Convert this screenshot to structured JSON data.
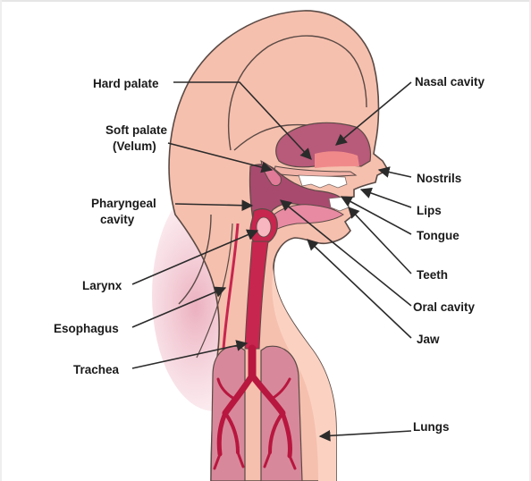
{
  "labels": {
    "hard_palate": "Hard palate",
    "soft_palate_line1": "Soft palate",
    "soft_palate_line2": "(Velum)",
    "pharyngeal_line1": "Pharyngeal",
    "pharyngeal_line2": "cavity",
    "larynx": "Larynx",
    "esophagus": "Esophagus",
    "trachea": "Trachea",
    "nasal_cavity": "Nasal cavity",
    "nostrils": "Nostrils",
    "lips": "Lips",
    "tongue": "Tongue",
    "teeth": "Teeth",
    "oral_cavity": "Oral cavity",
    "jaw": "Jaw",
    "lungs": "Lungs"
  },
  "colors": {
    "skin": "#f6c0ae",
    "skin_shadow": "#e8a592",
    "neck_light": "#fbd2c2",
    "cavity": "#b85a7a",
    "cavity_dark": "#8e2f55",
    "airway": "#c7264f",
    "lung_fill": "#d7899b",
    "outline": "#5a4a45",
    "arrow": "#2b2b2b"
  }
}
